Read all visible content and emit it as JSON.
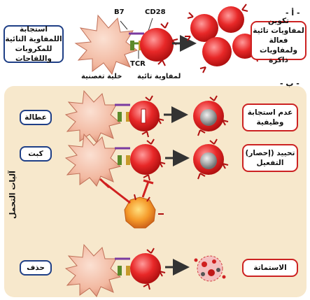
{
  "panel_a": {
    "tag": "- أ -",
    "left_box": "استجابة اللمفاوية التائية للمكروبات واللقاحات",
    "label_b7": "B7",
    "label_cd28": "CD28",
    "label_tcr": "TCR",
    "label_dendritic": "خلية تغصنية",
    "label_tcell": "لمفاوية تائية",
    "result_box": "تكوين لمفاويات تائية فعالة ولمفاويات ذاكرة"
  },
  "panel_b": {
    "tag": "- ب -",
    "side_label": "آليات التحمل",
    "rows": [
      {
        "mechanism": "عطالة",
        "result": "عدم استجابة وظيفية"
      },
      {
        "mechanism": "كبت",
        "result": "تحييد (إحصار) التفعيل"
      },
      {
        "mechanism": "حذف",
        "result": "الاستماتة"
      }
    ]
  },
  "colors": {
    "dendritic": "#f2b8a0",
    "tcell_red": "#e02020",
    "inactive_grey": "#9a9a9a",
    "regulatory": "#f08a20",
    "left_box_border": "#1f3f86",
    "right_box_border": "#cc2222",
    "panel_b_bg": "#f7e8cc"
  }
}
